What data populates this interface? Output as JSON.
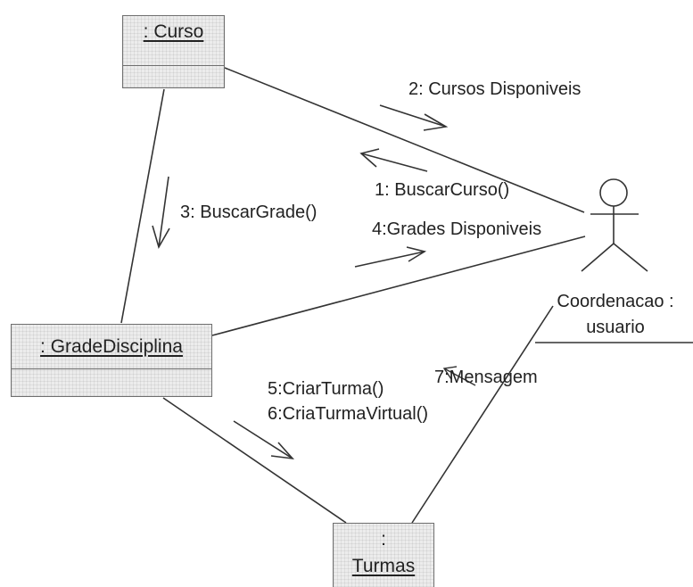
{
  "objects": {
    "curso": ": Curso",
    "grade": ": GradeDisciplina",
    "turmas_colon": ":",
    "turmas_name": "Turmas",
    "actor_line1": "Coordenacao :",
    "actor_line2": "usuario"
  },
  "messages": {
    "m1": "1: BuscarCurso()",
    "m2": "2: Cursos Disponiveis",
    "m3": "3: BuscarGrade()",
    "m4": "4:Grades Disponiveis",
    "m5": "5:CriarTurma()",
    "m6": "6:CriaTurmaVirtual()",
    "m7": "7:Mensagem"
  },
  "colors": {
    "line": "#333333",
    "box_border": "#6f6f6f",
    "box_fill": "#ececec"
  }
}
